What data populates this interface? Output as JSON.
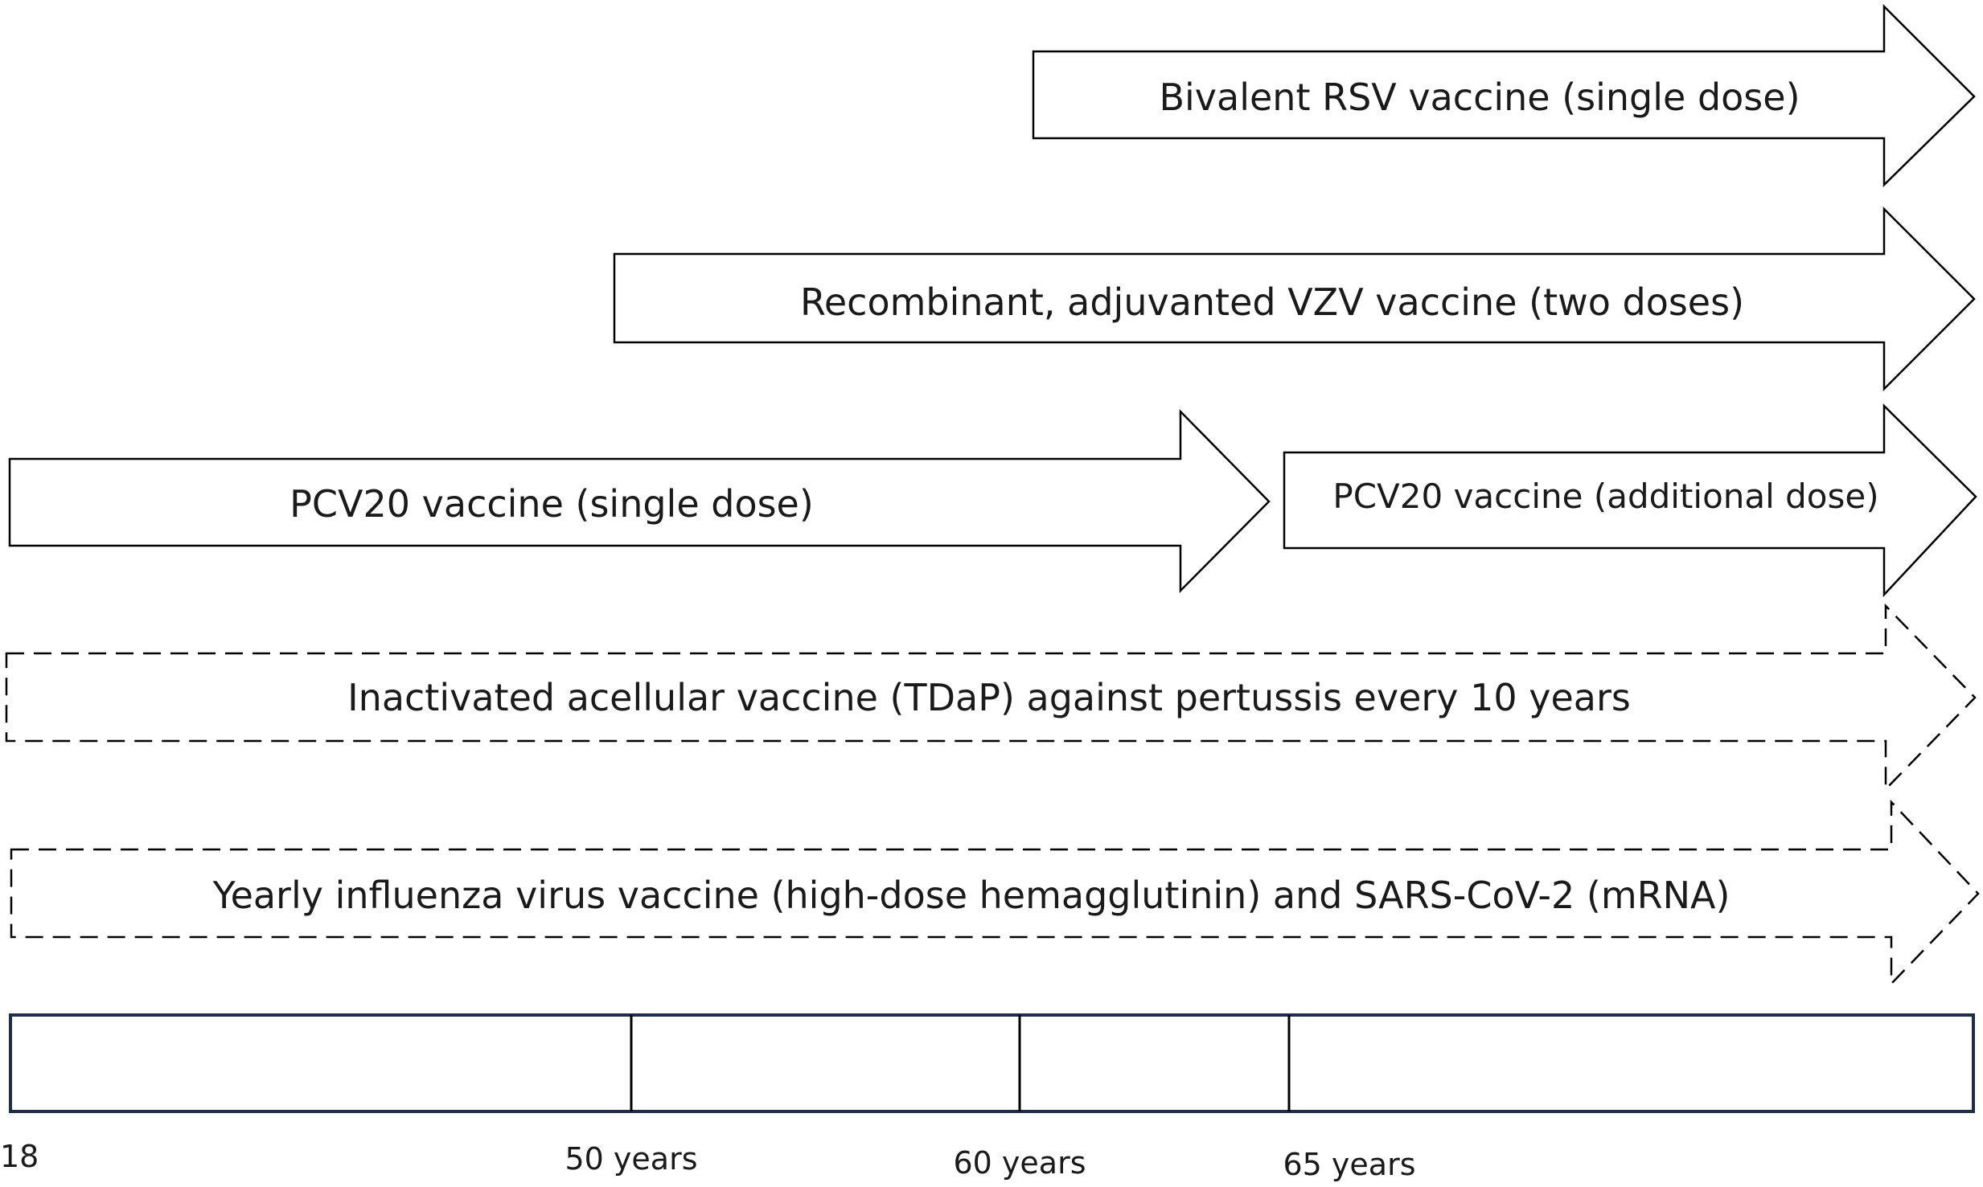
{
  "arrows": {
    "rsv": {
      "label": "Bivalent RSV vaccine (single dose)"
    },
    "vzv": {
      "label": "Recombinant, adjuvanted VZV vaccine (two doses)"
    },
    "pcv20_single": {
      "label": "PCV20 vaccine (single dose)"
    },
    "pcv20_additional": {
      "label": "PCV20 vaccine (additional dose)"
    },
    "tdap": {
      "label": "Inactivated acellular vaccine (TDaP) against pertussis every 10 years"
    },
    "influenza": {
      "label": "Yearly influenza virus vaccine (high-dose hemagglutinin) and SARS-CoV-2 (mRNA)"
    }
  },
  "timeline": {
    "border_color": "#1f2d4d",
    "ticks": [
      "18",
      "50 years",
      "60 years",
      "65 years"
    ]
  }
}
